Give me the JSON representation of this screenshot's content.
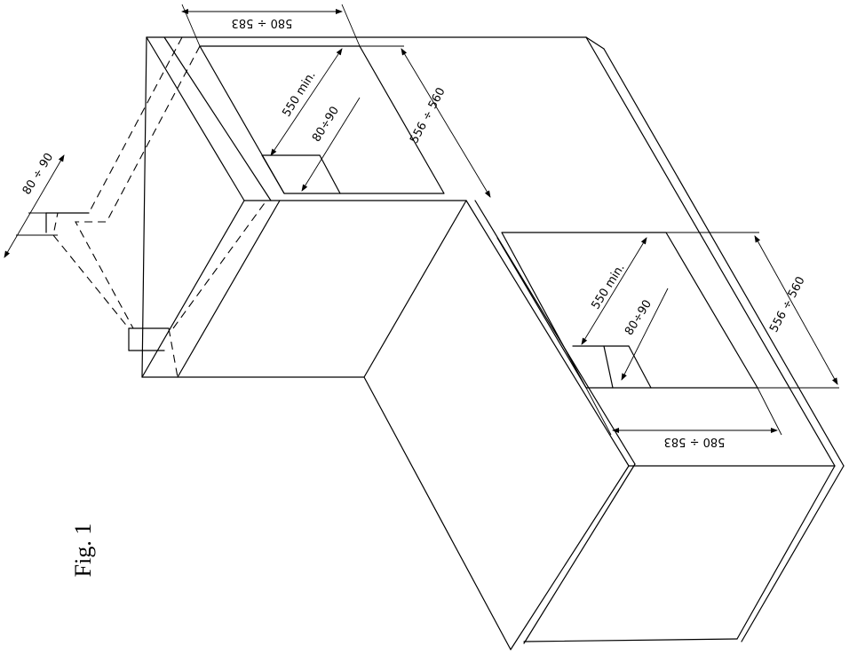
{
  "figure": {
    "caption": "Fig. 1"
  },
  "upper_cabinet": {
    "width_dim": "580 ÷ 583",
    "depth_dim": "556 ÷ 560",
    "height_min_dim": "550 min.",
    "vent_dim": "80÷90",
    "side_vent_dim": "80 ÷ 90"
  },
  "lower_cabinet": {
    "width_dim": "580 ÷ 583",
    "depth_dim": "556 ÷ 560",
    "height_min_dim": "550 min.",
    "vent_dim": "80÷90"
  }
}
